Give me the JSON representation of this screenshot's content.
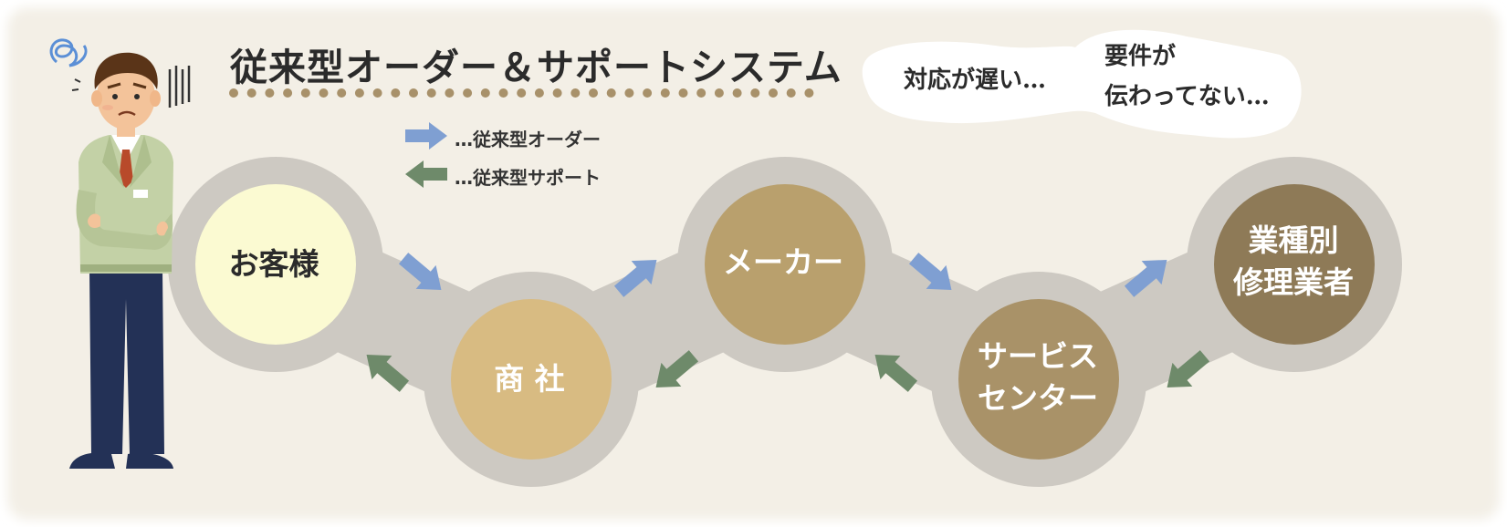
{
  "title": "従来型オーダー＆サポートシステム",
  "legend": {
    "order_label": "…従来型オーダー",
    "support_label": "…従来型サポート"
  },
  "nodes": [
    {
      "label": "お客様"
    },
    {
      "label": "商 社"
    },
    {
      "label": "メーカー"
    },
    {
      "label": [
        "サービス",
        "センター"
      ]
    },
    {
      "label": [
        "業種別",
        "修理業者"
      ]
    }
  ],
  "speech": {
    "left": "対応が遅い…",
    "right": [
      "要件が",
      "伝わってない…"
    ]
  },
  "colors": {
    "background": "#f3efe6",
    "track": "#cdc9c2",
    "order_arrow": "#7f9fd2",
    "support_arrow": "#6e8a6a",
    "title_dots": "#a8916a",
    "node_customer": "#fbfad2",
    "node_trading": "#d8bb82",
    "node_maker": "#b9a06d",
    "node_service": "#a99268",
    "node_repair": "#8e7a57",
    "node_text_dark": "#2b2b2b",
    "node_text_light": "#ffffff"
  },
  "icons": {
    "order_arrow": "right-arrow-icon",
    "support_arrow": "left-arrow-icon",
    "person": "worried-businessman-illustration"
  }
}
